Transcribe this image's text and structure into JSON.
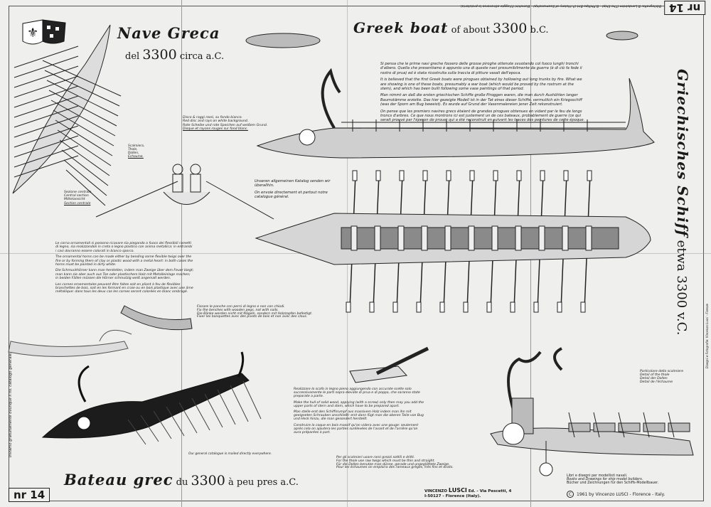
{
  "titles": {
    "it_main": "Nave Greca",
    "it_sub_pre": "del",
    "it_year": "3300",
    "it_sub_post": "circa a.C.",
    "en_main": "Greek boat",
    "en_sub_pre": "of about",
    "en_year": "3300",
    "en_sub_post": "b.C.",
    "de_main": "Griechisches Schiff",
    "de_sub": "etwa 3300 v.C.",
    "fr_main": "Bateau grec",
    "fr_sub_pre": "du",
    "fr_year": "3300",
    "fr_sub_post": "à peu pres a.C."
  },
  "plate_number": "nr 14",
  "bibliography": "Bibliografia: B.Landström (The Ship) - B.Phillips-Birt (A History of Seamanship) - Bianchini (Viaggio attraverso la preistoria).",
  "left_margin_note": "Inviamo gratuitamente ovunque il ns. catalogo generale.",
  "right_margin_note": "Disegni e Fotografie: Vincenzo Lusci - Firenze",
  "intro": [
    "Si pensa che le prime navi greche fossero delle grosse piroghe ottenute svuotando col fuoco lunghi tronchi d'albero. Quella che presentiamo è appunto una di queste navi presumibilmente da guerra (è di ciò fa fede il rostro di prua) ed è stata ricostruita sulla traccia di pitture vasali dell'epoca.",
    "It is believed that the first Greek boats were pirogues obtained by hollowing out long trunks by fire. What we are showing is one of these boats, presumably a war boat (which would be proved by the rostrum at the stem), and which has been built following some vase paintings of that period.",
    "Man nimmt an daß die ersten griechischen Schiffe große Piroggen waren, die man durch Aushöhlen langer Baumstämme erzielte. Das hier gezeigte Modell ist in der Tat eines dieser Schiffe, vermutlich ein Kriegsschiff (was der Sporn am Bug beweist). Es wurde auf Grund der Vasenmalereien jener Zeit rekonstruiert.",
    "On pense que les premiers navires grecs étaient de grandes pirogues obtenues en vidant par le feu de longs troncs d'arbres. Ce que nous montrons ici est justement un de ces bateaux, probablement de guerre (ce qui serait prouvé par l'éperon de proue) qui a été reconstruit en suivant les traces des peintures de cette époque."
  ],
  "eye_note": [
    "Disco & raggi rossi, su fondo bianco.",
    "Red disc and rays on white background.",
    "Rote Scheibe und rote Speichen auf weißem Grund.",
    "Disque et rayons rouges sur fond blanc."
  ],
  "thole_label": [
    "Scalmiera,",
    "Thole,",
    "Dollen,",
    "Échaume."
  ],
  "section_label": [
    "Sezione centrale",
    "Central section",
    "Mittelansicht",
    "Section centrale"
  ],
  "catalogue_note": [
    "Unseren allgemeinen Katalog senden wir überallhin.",
    "On envoie directement et partout notre catalogue général."
  ],
  "horns_note": [
    "Le corna ornamentali si possono ricavare sia piegando a fuoco dei flessibili rametti di legno, sia realizzandoli in creta o legno plastico con anima metallica: in entrambi i casi dovranno essere colorati in bianco sporco.",
    "The ornamental horns can be made either by bending some flexible twigs over the fire or by forming them of clay or plastic wood with a metal heart: in both cases the horns must be painted in dirty white.",
    "Die Schmuckhörner kann man herstellen, indem man Zweige über dem Feuer biegt; man kann sie aber auch aus Ton oder plastischem Holz mit Metalleinlage machen; in beiden Fällen müssen die Hörner schmutzig weiß angemalt werden.",
    "Les cornes ornementales peuvent être faites soit en pliant à feu de flexibles branchettes de bois, soit en les formant en craie ou en bois plastique avec une âme métallique: dans tous les deux cas les cornes seront colorées en blanc ombragé."
  ],
  "bench_note": [
    "Fissare le panche con perni di legno e non con chiodi.",
    "Fix the benches with wooden pegs, not with nails.",
    "Die Bänke werden nicht mit Nägeln, sondern mit Holzzapfen befestigt.",
    "Fixer les banquettes avec des pivots de bois et non avec des clous."
  ],
  "catalogue_en": "Our general catalogue is mailed directly everywhere.",
  "build_note": [
    "Realizzare lo scafo in legno pieno aggiungendo con accurate scelte solo successivamente le parti sopra elevate di prua e di poppa, che saranno state preparate a parte.",
    "Make the hull of solid wood, applying (with a screw) only then may you add the upper parts of stern and stem, which have to be prepared apart.",
    "Man stelle erst den Schiffsrumpf aus massivem Holz indem man ihn mit geeigneten Schrauben anschließt: erst dann fügt man die oberen Teile von Bug und Heck hinzu, die man gesondert herstellt.",
    "Construire la coque en bois massif qu'on videra avec une gouge: seulement après cela on ajoutera les parties surélevées de l'avant et de l'arrière qu'on aura préparées à part."
  ],
  "thole_note": [
    "Per gli scalmieri usare rami grezzi sottili e dritti.",
    "For the thole use raw twigs which must be thin and straight.",
    "Für die Dollen benutze man dünne, gerade und ungeglättete Zweige.",
    "Pour les échaumes on emploira des rameaux grèges, très fins et droits."
  ],
  "detail_label": [
    "Particolare dello scalmiere",
    "Detail of the thole",
    "Detail der Dollen",
    "Detail de l'échaume"
  ],
  "publisher": {
    "line1_pre": "VINCENZO",
    "line1_name": "LUSCI",
    "line1_post": "Ed. - Via Pescetti, 4",
    "line2": "I-50127 - Florence (Italy)."
  },
  "books": [
    "Libri e disegni per modellisti navali.",
    "Books and Drawings for ship model builders.",
    "Bücher und Zeichnungen für den Schiffs-Modellbauer."
  ],
  "copyright": "1961 by Vincenzo LUSCI - Florence - Italy.",
  "copyright_symbol": "C",
  "colors": {
    "paper": "#efefed",
    "ink": "#1a1a1a"
  }
}
